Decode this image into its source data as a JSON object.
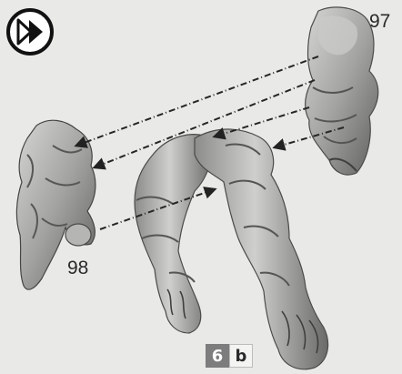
{
  "labels": {
    "part_97": "97",
    "part_98": "98"
  },
  "step": {
    "number": "6",
    "sub": "b"
  },
  "icons": {
    "logo": "next-step-arrow-icon"
  },
  "colors": {
    "background": "#e9e9e7",
    "part_fill": "#a9a9a7",
    "part_shadow": "#5e5e5c",
    "arrow": "#333333",
    "badge_dark": "#7d7d7d"
  }
}
